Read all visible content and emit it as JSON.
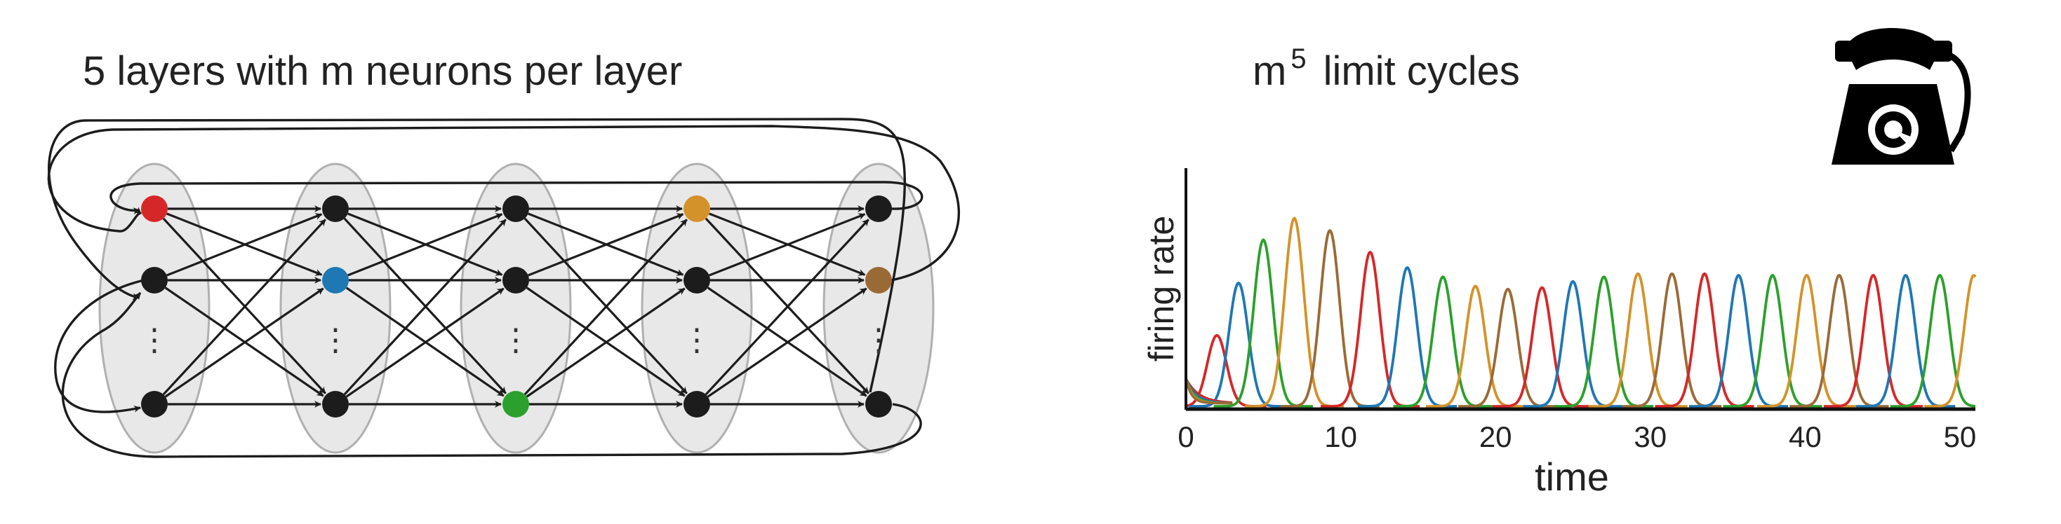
{
  "network": {
    "title": "5 layers with m neurons per layer",
    "layers": 5,
    "ellipsis": "⋮",
    "colors": {
      "red": "#d62728",
      "blue": "#1f77b4",
      "green": "#2ca02c",
      "orange": "#d4922a",
      "brown": "#9a6a36",
      "node": "#1c1c1c",
      "layer_fill": "#e8e8e8",
      "layer_stroke": "#b0b0b0",
      "edge": "#1c1c1c"
    },
    "active_nodes": [
      {
        "layer": 1,
        "row": 1,
        "color": "red"
      },
      {
        "layer": 2,
        "row": 2,
        "color": "blue"
      },
      {
        "layer": 3,
        "row": 3,
        "color": "green"
      },
      {
        "layer": 4,
        "row": 1,
        "color": "orange"
      },
      {
        "layer": 5,
        "row": 2,
        "color": "brown"
      }
    ]
  },
  "plot": {
    "title_base": "m",
    "title_exp": "5",
    "title_rest": "limit cycles",
    "phone_icon": "telephone-icon",
    "chart_data": {
      "type": "line",
      "xlabel": "time",
      "ylabel": "firing rate",
      "xlim": [
        0,
        51
      ],
      "xticks": [
        "0",
        "10",
        "20",
        "30",
        "40",
        "50"
      ],
      "yticks": [],
      "grid": false,
      "series_colors": [
        "#d62728",
        "#1f77b4",
        "#2ca02c",
        "#d4922a",
        "#9a6a36"
      ],
      "peaks": [
        {
          "t": 2.0,
          "h": 0.46,
          "color": "#d62728"
        },
        {
          "t": 3.4,
          "h": 0.8,
          "color": "#1f77b4"
        },
        {
          "t": 5.0,
          "h": 1.08,
          "color": "#2ca02c"
        },
        {
          "t": 7.0,
          "h": 1.22,
          "color": "#d4922a"
        },
        {
          "t": 9.3,
          "h": 1.14,
          "color": "#9a6a36"
        },
        {
          "t": 11.9,
          "h": 1.0,
          "color": "#d62728"
        },
        {
          "t": 14.3,
          "h": 0.9,
          "color": "#1f77b4"
        },
        {
          "t": 16.6,
          "h": 0.84,
          "color": "#2ca02c"
        },
        {
          "t": 18.7,
          "h": 0.78,
          "color": "#d4922a"
        },
        {
          "t": 20.8,
          "h": 0.76,
          "color": "#9a6a36"
        },
        {
          "t": 23.0,
          "h": 0.77,
          "color": "#d62728"
        },
        {
          "t": 25.0,
          "h": 0.81,
          "color": "#1f77b4"
        },
        {
          "t": 27.0,
          "h": 0.84,
          "color": "#2ca02c"
        },
        {
          "t": 29.2,
          "h": 0.86,
          "color": "#d4922a"
        },
        {
          "t": 31.4,
          "h": 0.86,
          "color": "#9a6a36"
        },
        {
          "t": 33.5,
          "h": 0.86,
          "color": "#d62728"
        },
        {
          "t": 35.7,
          "h": 0.85,
          "color": "#1f77b4"
        },
        {
          "t": 37.9,
          "h": 0.85,
          "color": "#2ca02c"
        },
        {
          "t": 40.1,
          "h": 0.85,
          "color": "#d4922a"
        },
        {
          "t": 42.2,
          "h": 0.85,
          "color": "#9a6a36"
        },
        {
          "t": 44.4,
          "h": 0.85,
          "color": "#d62728"
        },
        {
          "t": 46.5,
          "h": 0.85,
          "color": "#1f77b4"
        },
        {
          "t": 48.7,
          "h": 0.85,
          "color": "#2ca02c"
        },
        {
          "t": 50.9,
          "h": 0.85,
          "color": "#d4922a"
        }
      ]
    }
  }
}
